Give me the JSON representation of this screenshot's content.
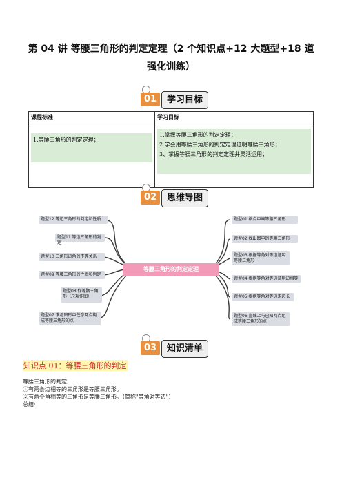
{
  "title": {
    "line1": "第 04 讲  等腰三角形的判定定理（2 个知识点+12 大题型+18 道",
    "line2": "强化训练）"
  },
  "sections": [
    {
      "num": "01",
      "label": "学习目标"
    },
    {
      "num": "02",
      "label": "思维导图"
    },
    {
      "num": "03",
      "label": "知识清单"
    }
  ],
  "goals_table": {
    "header_left": "课程标准",
    "header_right": "学习目标",
    "left_content": "1.等腰三角形的判定定理；",
    "right_items": [
      "1.掌握等腰三角形的判定定理；",
      "2.学会用等腰三角形的判定定理证明等腰三角形；",
      "3、掌握等腰三角形的判定定理并灵活运用；"
    ]
  },
  "mindmap": {
    "center": "等腰三角形的判定定理",
    "left_nodes": [
      "题型12  等边三角形的判定和性质",
      "题型11  等边三角形的判定",
      "题型10  三角形边角的不等关系",
      "题型09  等腰三角形的性质和判定",
      "题型08  作等腰三角形（尺规作图）",
      "题型07  求与图形中任意两点构成等腰三角形的点"
    ],
    "right_nodes": [
      "题型01  格点中画等腰三角形",
      "题型02  找出图中的等腰三角形",
      "题型03  根据等角对等边证明等腰三角形",
      "题型04  根据等角对等边证明边相等",
      "题型05  根据等角对等边求边长",
      "题型06  直线上与已知两点组成等腰三角形的点"
    ]
  },
  "knowledge": {
    "point_title": "知识点 01：等腰三角形的判定",
    "lines": [
      "等腰三角形的判定",
      "①有两条边相等的三角形是等腰三角形。",
      "②有两个角相等的三角形是等腰三角形。（简称\"等角对等边\"）",
      "总结:"
    ]
  },
  "colors": {
    "accent": "#e9903f",
    "center_node": "#f29ab8",
    "node": "#d9dde3",
    "goal_bg": "#d8ecd6",
    "kp_title": "#c9252d"
  }
}
